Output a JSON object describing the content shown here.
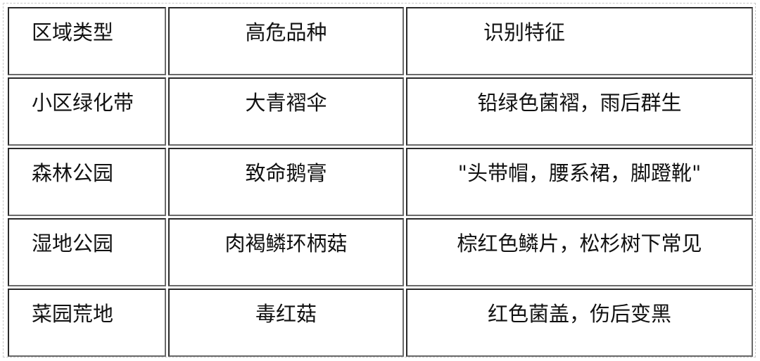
{
  "table": {
    "headers": [
      "区域类型",
      "高危品种",
      "识别特征"
    ],
    "rows": [
      {
        "area": "小区绿化带",
        "species": "大青褶伞",
        "features": "铅绿色菌褶，雨后群生"
      },
      {
        "area": "森林公园",
        "species": "致命鹅膏",
        "features": "\"头带帽，腰系裙，脚蹬靴\""
      },
      {
        "area": "湿地公园",
        "species": "肉褐鳞环柄菇",
        "features": "棕红色鳞片，松杉树下常见"
      },
      {
        "area": "菜园荒地",
        "species": "毒红菇",
        "features": "红色菌盖，伤后变黑"
      }
    ]
  },
  "colors": {
    "border": "#3a3a3a",
    "frame_dashed": "#c8c8c8",
    "text": "#111111",
    "background": "#ffffff"
  }
}
